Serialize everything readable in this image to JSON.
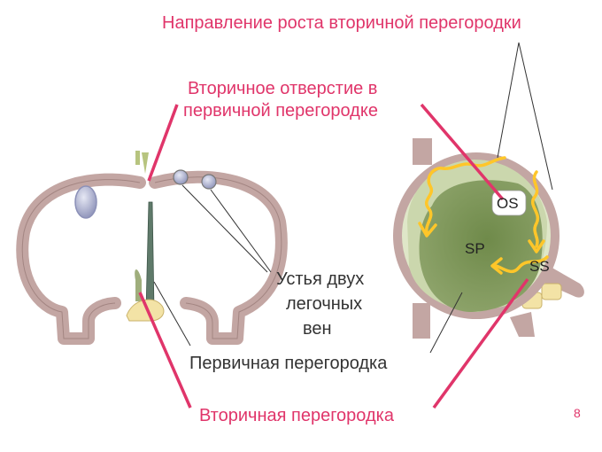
{
  "labels": {
    "growth_direction": "Направление роста вторичной перегородки",
    "secondary_opening_1": "Вторичное отверстие в",
    "secondary_opening_2": "первичной перегородке",
    "vein_ostia_1": "Устья двух",
    "vein_ostia_2": "легочных",
    "vein_ostia_3": "вен",
    "septum_primum": "Первичная перегородка",
    "septum_secundum": "Вторичная перегородка",
    "os": "OS",
    "sp": "SP",
    "ss": "SS"
  },
  "page_number": "8",
  "colors": {
    "pointer_red": "#e0356a",
    "atrial_wall": "#c3a6a3",
    "septum_green": "#9fae7c",
    "growth_arrow": "#ffc629"
  }
}
